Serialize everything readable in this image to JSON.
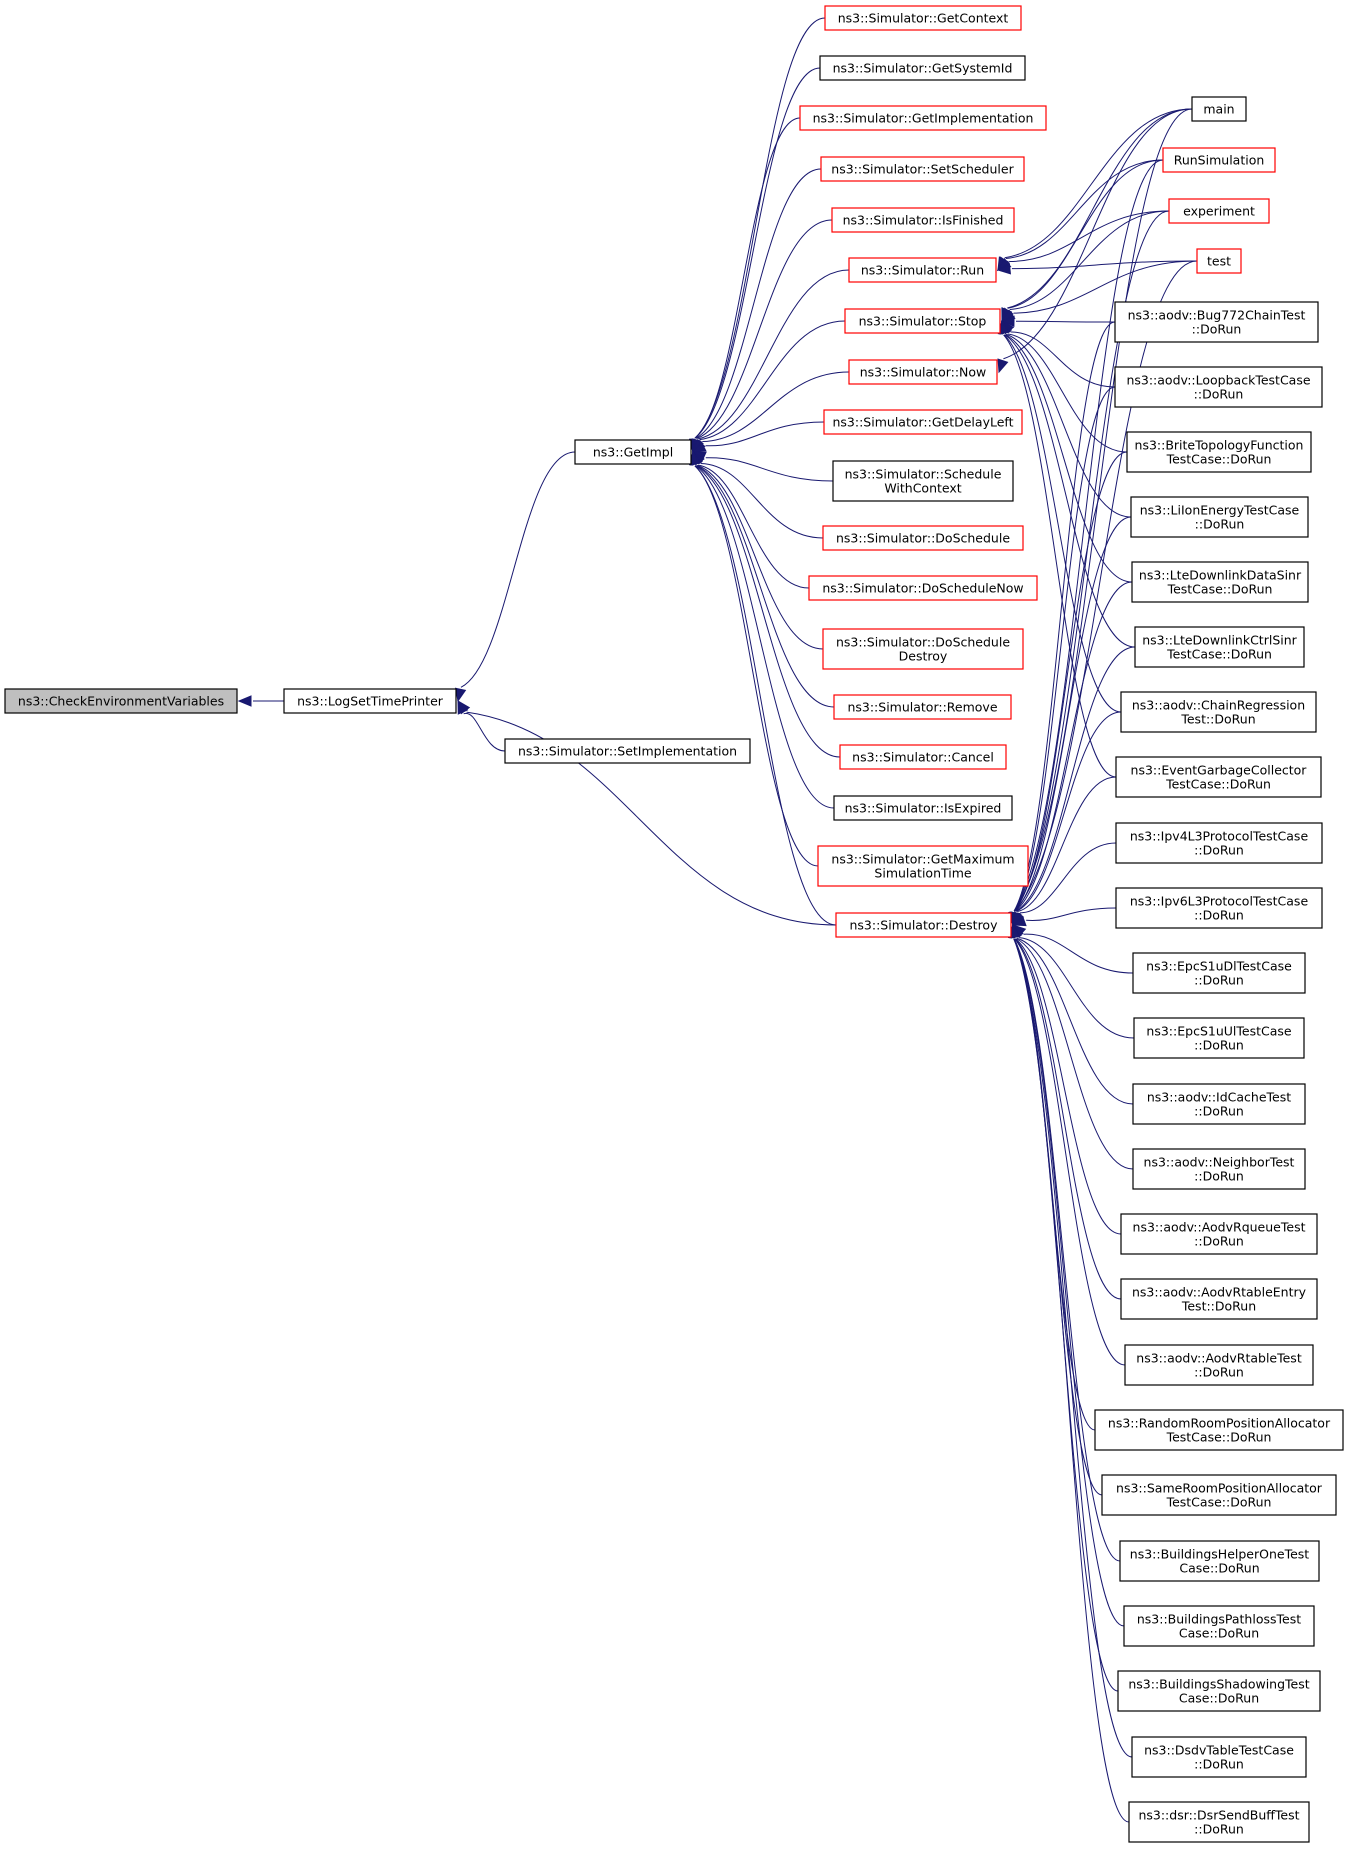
{
  "nodes": [
    {
      "id": "checkenv",
      "lines": [
        "ns3::CheckEnvironmentVariables"
      ],
      "color": "root"
    },
    {
      "id": "logset",
      "lines": [
        "ns3::LogSetTimePrinter"
      ],
      "color": "black"
    },
    {
      "id": "getimpl",
      "lines": [
        "ns3::GetImpl"
      ],
      "color": "black"
    },
    {
      "id": "setimpl",
      "lines": [
        "ns3::Simulator::SetImplementation"
      ],
      "color": "black"
    },
    {
      "id": "getcontext",
      "lines": [
        "ns3::Simulator::GetContext"
      ],
      "color": "red"
    },
    {
      "id": "getsystemid",
      "lines": [
        "ns3::Simulator::GetSystemId"
      ],
      "color": "black"
    },
    {
      "id": "getimplementation",
      "lines": [
        "ns3::Simulator::GetImplementation"
      ],
      "color": "red"
    },
    {
      "id": "setscheduler",
      "lines": [
        "ns3::Simulator::SetScheduler"
      ],
      "color": "red"
    },
    {
      "id": "isfinished",
      "lines": [
        "ns3::Simulator::IsFinished"
      ],
      "color": "red"
    },
    {
      "id": "run",
      "lines": [
        "ns3::Simulator::Run"
      ],
      "color": "red"
    },
    {
      "id": "stop",
      "lines": [
        "ns3::Simulator::Stop"
      ],
      "color": "red"
    },
    {
      "id": "now",
      "lines": [
        "ns3::Simulator::Now"
      ],
      "color": "red"
    },
    {
      "id": "getdelayleft",
      "lines": [
        "ns3::Simulator::GetDelayLeft"
      ],
      "color": "red"
    },
    {
      "id": "schedwithctx",
      "lines": [
        "ns3::Simulator::Schedule",
        "WithContext"
      ],
      "color": "black"
    },
    {
      "id": "doschedule",
      "lines": [
        "ns3::Simulator::DoSchedule"
      ],
      "color": "red"
    },
    {
      "id": "doschedulenow",
      "lines": [
        "ns3::Simulator::DoScheduleNow"
      ],
      "color": "red"
    },
    {
      "id": "doscheddestroy",
      "lines": [
        "ns3::Simulator::DoSchedule",
        "Destroy"
      ],
      "color": "red"
    },
    {
      "id": "remove",
      "lines": [
        "ns3::Simulator::Remove"
      ],
      "color": "red"
    },
    {
      "id": "cancel",
      "lines": [
        "ns3::Simulator::Cancel"
      ],
      "color": "red"
    },
    {
      "id": "isexpired",
      "lines": [
        "ns3::Simulator::IsExpired"
      ],
      "color": "black"
    },
    {
      "id": "getmaxsim",
      "lines": [
        "ns3::Simulator::GetMaximum",
        "SimulationTime"
      ],
      "color": "red"
    },
    {
      "id": "destroy",
      "lines": [
        "ns3::Simulator::Destroy"
      ],
      "color": "red"
    },
    {
      "id": "main",
      "lines": [
        "main"
      ],
      "color": "black"
    },
    {
      "id": "runsim",
      "lines": [
        "RunSimulation"
      ],
      "color": "red"
    },
    {
      "id": "experiment",
      "lines": [
        "experiment"
      ],
      "color": "red"
    },
    {
      "id": "test",
      "lines": [
        "test"
      ],
      "color": "red"
    },
    {
      "id": "bug772",
      "lines": [
        "ns3::aodv::Bug772ChainTest",
        "::DoRun"
      ],
      "color": "black"
    },
    {
      "id": "loopback",
      "lines": [
        "ns3::aodv::LoopbackTestCase",
        "::DoRun"
      ],
      "color": "black"
    },
    {
      "id": "brite",
      "lines": [
        "ns3::BriteTopologyFunction",
        "TestCase::DoRun"
      ],
      "color": "black"
    },
    {
      "id": "liion",
      "lines": [
        "ns3::LiIonEnergyTestCase",
        "::DoRun"
      ],
      "color": "black"
    },
    {
      "id": "ltedata",
      "lines": [
        "ns3::LteDownlinkDataSinr",
        "TestCase::DoRun"
      ],
      "color": "black"
    },
    {
      "id": "ltectrl",
      "lines": [
        "ns3::LteDownlinkCtrlSinr",
        "TestCase::DoRun"
      ],
      "color": "black"
    },
    {
      "id": "chainreg",
      "lines": [
        "ns3::aodv::ChainRegression",
        "Test::DoRun"
      ],
      "color": "black"
    },
    {
      "id": "eventgc",
      "lines": [
        "ns3::EventGarbageCollector",
        "TestCase::DoRun"
      ],
      "color": "black"
    },
    {
      "id": "ipv4l3",
      "lines": [
        "ns3::Ipv4L3ProtocolTestCase",
        "::DoRun"
      ],
      "color": "black"
    },
    {
      "id": "ipv6l3",
      "lines": [
        "ns3::Ipv6L3ProtocolTestCase",
        "::DoRun"
      ],
      "color": "black"
    },
    {
      "id": "epcdl",
      "lines": [
        "ns3::EpcS1uDlTestCase",
        "::DoRun"
      ],
      "color": "black"
    },
    {
      "id": "epcul",
      "lines": [
        "ns3::EpcS1uUlTestCase",
        "::DoRun"
      ],
      "color": "black"
    },
    {
      "id": "idcache",
      "lines": [
        "ns3::aodv::IdCacheTest",
        "::DoRun"
      ],
      "color": "black"
    },
    {
      "id": "neighbor",
      "lines": [
        "ns3::aodv::NeighborTest",
        "::DoRun"
      ],
      "color": "black"
    },
    {
      "id": "rqueue",
      "lines": [
        "ns3::aodv::AodvRqueueTest",
        "::DoRun"
      ],
      "color": "black"
    },
    {
      "id": "rtableentry",
      "lines": [
        "ns3::aodv::AodvRtableEntry",
        "Test::DoRun"
      ],
      "color": "black"
    },
    {
      "id": "rtable",
      "lines": [
        "ns3::aodv::AodvRtableTest",
        "::DoRun"
      ],
      "color": "black"
    },
    {
      "id": "randroom",
      "lines": [
        "ns3::RandomRoomPositionAllocator",
        "TestCase::DoRun"
      ],
      "color": "black"
    },
    {
      "id": "sameroom",
      "lines": [
        "ns3::SameRoomPositionAllocator",
        "TestCase::DoRun"
      ],
      "color": "black"
    },
    {
      "id": "bldhelper",
      "lines": [
        "ns3::BuildingsHelperOneTest",
        "Case::DoRun"
      ],
      "color": "black"
    },
    {
      "id": "bldpathloss",
      "lines": [
        "ns3::BuildingsPathlossTest",
        "Case::DoRun"
      ],
      "color": "black"
    },
    {
      "id": "bldshadow",
      "lines": [
        "ns3::BuildingsShadowingTest",
        "Case::DoRun"
      ],
      "color": "black"
    },
    {
      "id": "dsdv",
      "lines": [
        "ns3::DsdvTableTestCase",
        "::DoRun"
      ],
      "color": "black"
    },
    {
      "id": "dsr",
      "lines": [
        "ns3::dsr::DsrSendBuffTest",
        "::DoRun"
      ],
      "color": "black"
    }
  ],
  "edges": [
    [
      "checkenv",
      "logset"
    ],
    [
      "logset",
      "getimpl"
    ],
    [
      "logset",
      "setimpl"
    ],
    [
      "logset",
      "destroy"
    ],
    [
      "getimpl",
      "getcontext"
    ],
    [
      "getimpl",
      "getsystemid"
    ],
    [
      "getimpl",
      "getimplementation"
    ],
    [
      "getimpl",
      "setscheduler"
    ],
    [
      "getimpl",
      "isfinished"
    ],
    [
      "getimpl",
      "run"
    ],
    [
      "getimpl",
      "stop"
    ],
    [
      "getimpl",
      "now"
    ],
    [
      "getimpl",
      "getdelayleft"
    ],
    [
      "getimpl",
      "schedwithctx"
    ],
    [
      "getimpl",
      "doschedule"
    ],
    [
      "getimpl",
      "doschedulenow"
    ],
    [
      "getimpl",
      "doscheddestroy"
    ],
    [
      "getimpl",
      "remove"
    ],
    [
      "getimpl",
      "cancel"
    ],
    [
      "getimpl",
      "isexpired"
    ],
    [
      "getimpl",
      "getmaxsim"
    ],
    [
      "getimpl",
      "destroy"
    ],
    [
      "run",
      "main"
    ],
    [
      "run",
      "runsim"
    ],
    [
      "run",
      "experiment"
    ],
    [
      "run",
      "test"
    ],
    [
      "stop",
      "main"
    ],
    [
      "stop",
      "runsim"
    ],
    [
      "stop",
      "experiment"
    ],
    [
      "stop",
      "test"
    ],
    [
      "stop",
      "bug772"
    ],
    [
      "stop",
      "loopback"
    ],
    [
      "stop",
      "brite"
    ],
    [
      "stop",
      "liion"
    ],
    [
      "stop",
      "ltedata"
    ],
    [
      "stop",
      "ltectrl"
    ],
    [
      "stop",
      "chainreg"
    ],
    [
      "stop",
      "eventgc"
    ],
    [
      "now",
      "main"
    ],
    [
      "destroy",
      "main"
    ],
    [
      "destroy",
      "runsim"
    ],
    [
      "destroy",
      "experiment"
    ],
    [
      "destroy",
      "test"
    ],
    [
      "destroy",
      "bug772"
    ],
    [
      "destroy",
      "loopback"
    ],
    [
      "destroy",
      "brite"
    ],
    [
      "destroy",
      "liion"
    ],
    [
      "destroy",
      "ltedata"
    ],
    [
      "destroy",
      "ltectrl"
    ],
    [
      "destroy",
      "chainreg"
    ],
    [
      "destroy",
      "eventgc"
    ],
    [
      "destroy",
      "ipv4l3"
    ],
    [
      "destroy",
      "ipv6l3"
    ],
    [
      "destroy",
      "epcdl"
    ],
    [
      "destroy",
      "epcul"
    ],
    [
      "destroy",
      "idcache"
    ],
    [
      "destroy",
      "neighbor"
    ],
    [
      "destroy",
      "rqueue"
    ],
    [
      "destroy",
      "rtableentry"
    ],
    [
      "destroy",
      "rtable"
    ],
    [
      "destroy",
      "randroom"
    ],
    [
      "destroy",
      "sameroom"
    ],
    [
      "destroy",
      "bldhelper"
    ],
    [
      "destroy",
      "bldpathloss"
    ],
    [
      "destroy",
      "bldshadow"
    ],
    [
      "destroy",
      "dsdv"
    ],
    [
      "destroy",
      "dsr"
    ]
  ]
}
